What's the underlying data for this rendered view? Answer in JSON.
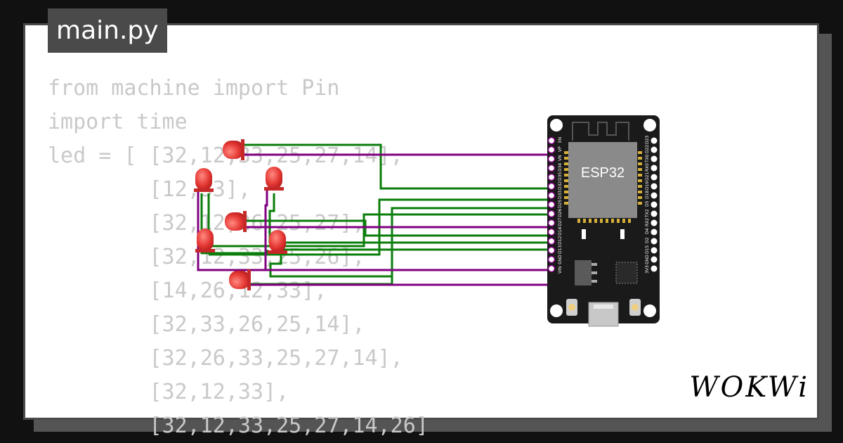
{
  "filename": "main.py",
  "code_lines": [
    "from machine import Pin",
    "import time",
    "led = [ [32,12,33,25,27,14],",
    "        [12,33],",
    "        [32,12,26,25,27],",
    "        [32,12,33,25,26],",
    "        [14,26,12,33],",
    "        [32,33,26,25,14],",
    "        [32,26,33,25,27,14],",
    "        [32,12,33],",
    "        [32,12,33,25,27,14,26]"
  ],
  "board": {
    "chip_label": "ESP32",
    "left_pins": [
      "EN",
      "VP",
      "VN",
      "D34",
      "D35",
      "D32",
      "D33",
      "D25",
      "D26",
      "D27",
      "D14",
      "D12",
      "D13",
      "GND",
      "VIN"
    ],
    "right_pins": [
      "D23",
      "D22",
      "TX0",
      "RX0",
      "D21",
      "D19",
      "D18",
      "D5",
      "TX2",
      "RX2",
      "D4",
      "D2",
      "D15",
      "GND",
      "3V3"
    ]
  },
  "logo": "WOKWi",
  "colors": {
    "wire_green": "#0a7d0a",
    "wire_purple": "#800080",
    "led_red": "#e53935",
    "board_black": "#1a1a1a"
  }
}
